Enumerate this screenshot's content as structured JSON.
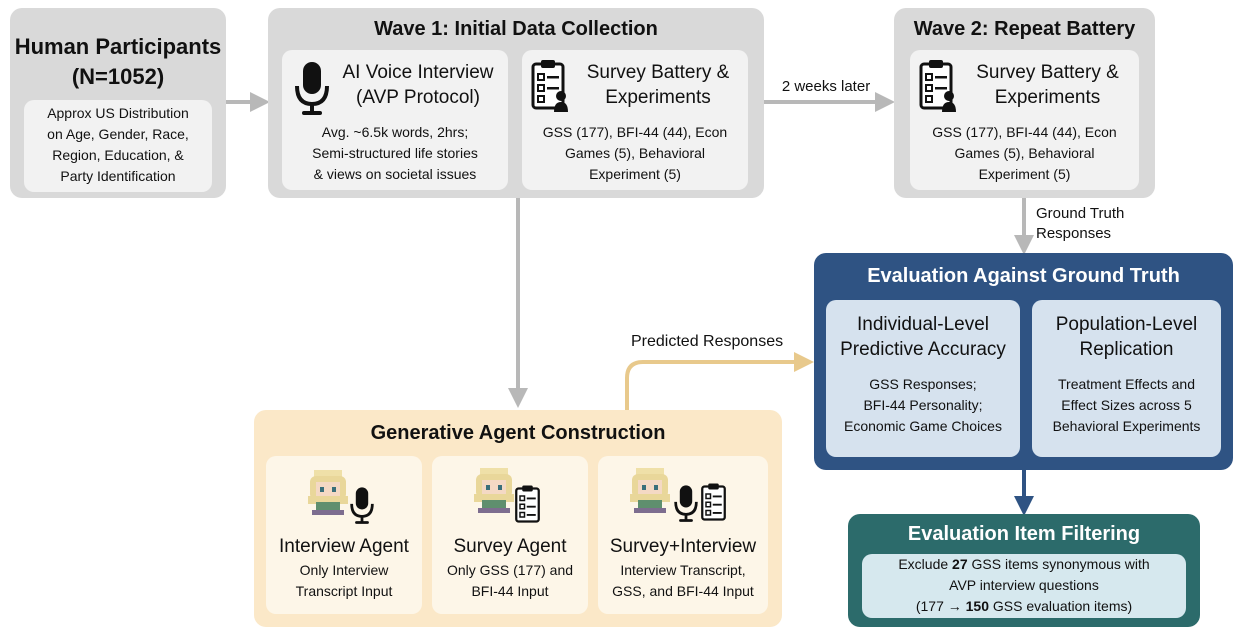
{
  "participants": {
    "title_line1": "Human Participants",
    "title_line2": "(N=1052)",
    "desc": [
      "Approx US Distribution",
      "on Age, Gender, Race,",
      "Region, Education, &",
      "Party Identification"
    ]
  },
  "wave1": {
    "title": "Wave 1: Initial Data Collection",
    "interview": {
      "title_line1": "AI Voice Interview",
      "title_line2": "(AVP Protocol)",
      "desc": [
        "Avg. ~6.5k words, 2hrs;",
        "Semi-structured life stories",
        "& views on societal issues"
      ]
    },
    "survey": {
      "title_line1": "Survey Battery &",
      "title_line2": "Experiments",
      "desc": [
        "GSS (177), BFI-44 (44), Econ",
        "Games (5), Behavioral",
        "Experiment (5)"
      ]
    }
  },
  "wave2": {
    "title": "Wave 2: Repeat Battery",
    "survey": {
      "title_line1": "Survey Battery &",
      "title_line2": "Experiments",
      "desc": [
        "GSS (177), BFI-44 (44), Econ",
        "Games (5), Behavioral",
        "Experiment (5)"
      ]
    }
  },
  "labels": {
    "two_weeks": "2 weeks later",
    "ground_truth_line1": "Ground Truth",
    "ground_truth_line2": "Responses",
    "predicted": "Predicted Responses"
  },
  "evaluation": {
    "title": "Evaluation Against Ground Truth",
    "individual": {
      "title_line1": "Individual-Level",
      "title_line2": "Predictive Accuracy",
      "desc": [
        "GSS Responses;",
        "BFI-44 Personality;",
        "Economic Game Choices"
      ]
    },
    "population": {
      "title_line1": "Population-Level",
      "title_line2": "Replication",
      "desc": [
        "Treatment Effects and",
        "Effect Sizes across 5",
        "Behavioral Experiments"
      ]
    }
  },
  "filtering": {
    "title": "Evaluation Item Filtering",
    "line1_pre": "Exclude ",
    "line1_bold": "27",
    "line1_post": " GSS items synonymous with",
    "line2": "AVP interview questions",
    "line3_pre": "(177 → ",
    "line3_bold": "150",
    "line3_post": " GSS evaluation items)"
  },
  "generative": {
    "title": "Generative Agent Construction",
    "agents": [
      {
        "name": "Interview Agent",
        "desc": [
          "Only Interview",
          "Transcript Input"
        ]
      },
      {
        "name": "Survey Agent",
        "desc": [
          "Only GSS (177) and",
          "BFI-44 Input"
        ]
      },
      {
        "name": "Survey+Interview",
        "desc": [
          "Interview Transcript,",
          "GSS, and BFI-44 Input"
        ]
      }
    ]
  },
  "icons": {
    "microphone": "microphone-icon",
    "clipboard": "clipboard-icon",
    "avatar": "pixel-avatar-icon"
  },
  "colors": {
    "gray_box": "#d9d9d9",
    "eval_blue": "#2f5383",
    "filter_teal": "#2c6b6b",
    "gen_cream": "#fbe8c8",
    "arrow_gray": "#b8b8b8",
    "arrow_tan": "#e8c98c"
  }
}
